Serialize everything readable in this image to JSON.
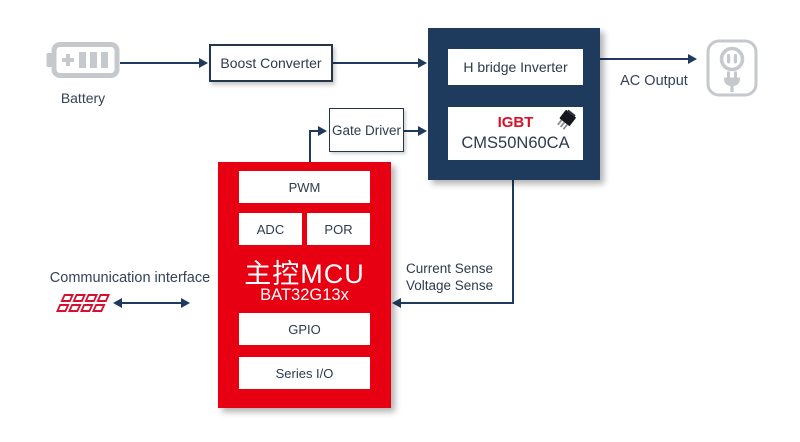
{
  "colors": {
    "navy": "#1e3a5c",
    "red": "#e60012",
    "igbt_red": "#d8102a",
    "icon_gray": "#c5c8cd",
    "label_text": "#2c3b4e"
  },
  "battery": {
    "label": "Battery"
  },
  "boost": {
    "label": "Boost Converter"
  },
  "inverter": {
    "h_bridge": "H bridge Inverter",
    "igbt": "IGBT",
    "igbt_part": "CMS50N60CA"
  },
  "ac": {
    "label": "AC Output"
  },
  "gate": {
    "label": "Gate Driver"
  },
  "mcu": {
    "name": "主控MCU",
    "part": "BAT32G13x",
    "blocks": {
      "pwm": "PWM",
      "adc": "ADC",
      "por": "POR",
      "gpio": "GPIO",
      "serial": "Series I/O"
    }
  },
  "comm": {
    "label": "Communication interface"
  },
  "sense": {
    "current": "Current Sense",
    "voltage": "Voltage Sense"
  }
}
